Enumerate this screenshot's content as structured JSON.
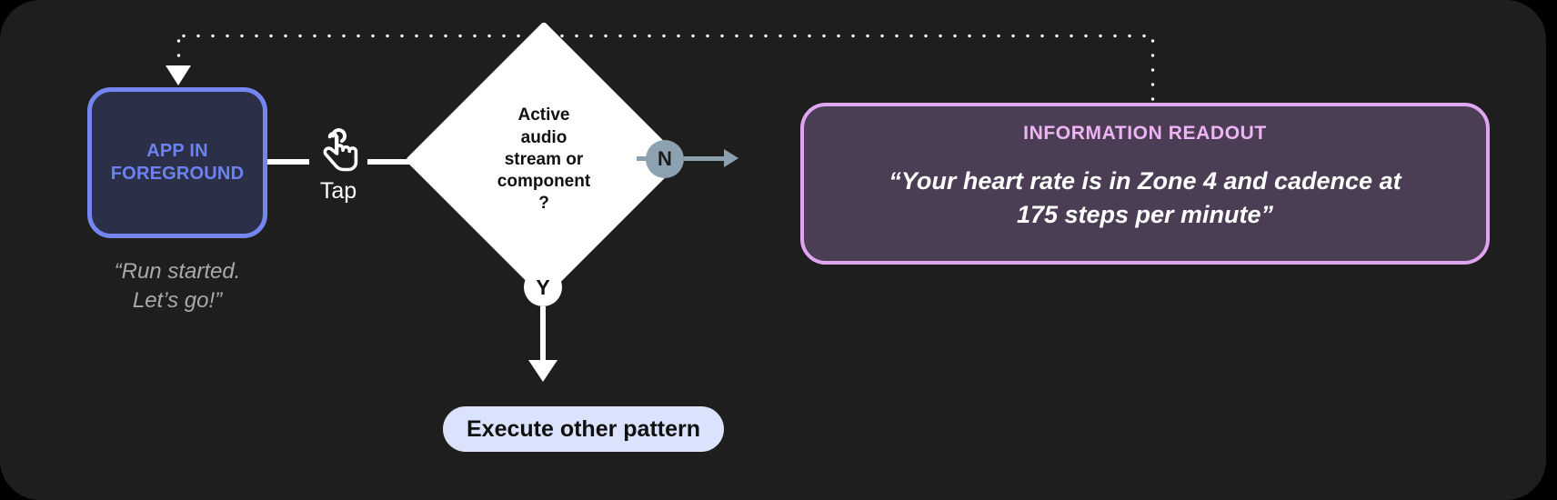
{
  "canvas": {
    "background": "#000000",
    "stage_background": "#1e1e1e"
  },
  "nodes": {
    "app": {
      "label": "APP IN\nFOREGROUND",
      "caption": "“Run started.\nLet’s go!”",
      "border_color": "#7586f0",
      "fill_color": "#2b3048",
      "text_color": "#6d81f2"
    },
    "gesture": {
      "icon": "tap-gesture-icon",
      "label": "Tap"
    },
    "decision": {
      "text": "Active\naudio\nstream or\ncomponent\n?",
      "fill_color": "#ffffff",
      "text_color": "#111111"
    },
    "branch_no": {
      "badge": "N",
      "badge_fill": "#8da2b1",
      "arrow_color": "#8da0ae"
    },
    "branch_yes": {
      "badge": "Y",
      "badge_fill": "#ffffff",
      "arrow_color": "#ffffff"
    },
    "execute_pill": {
      "label": "Execute other pattern",
      "fill_color": "#dbe2fb",
      "text_color": "#101010"
    },
    "readout": {
      "title": "INFORMATION READOUT",
      "body": "“Your heart rate is in Zone 4 and cadence at\n175 steps per minute”",
      "border_color": "#e0a5f0",
      "fill_color": "#4b3e54",
      "title_color": "#efb4f5",
      "body_color": "#ffffff"
    }
  },
  "connectors": {
    "feedback_path": {
      "style": "dotted",
      "color": "#ffffff",
      "from": "readout",
      "to": "app"
    }
  }
}
